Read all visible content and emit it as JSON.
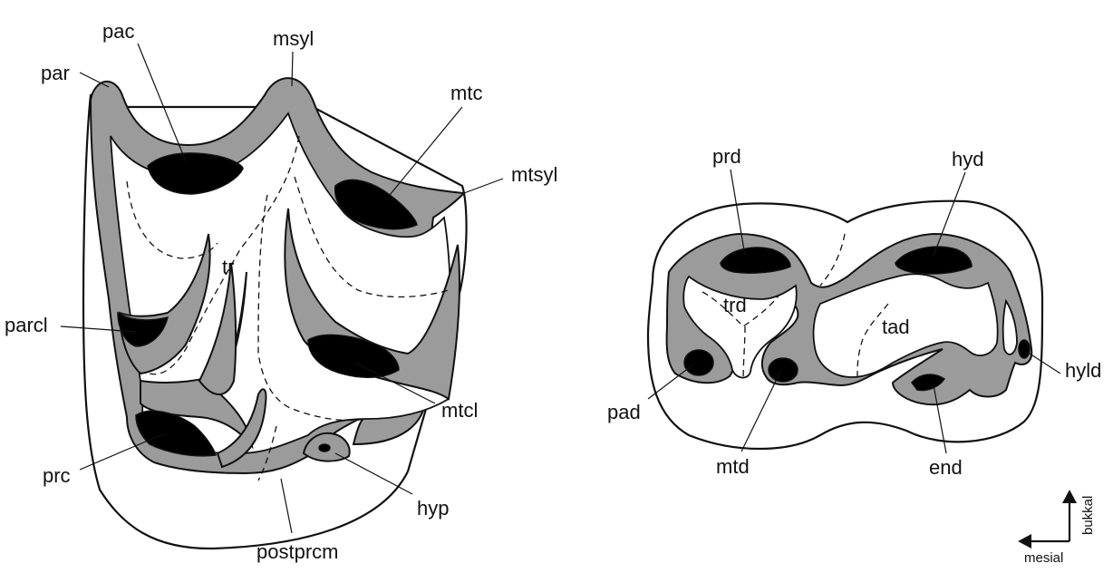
{
  "upper_molar_labels": {
    "pac": "pac",
    "msyl": "msyl",
    "par": "par",
    "mtc": "mtc",
    "mtsyl": "mtsyl",
    "tr": "tr",
    "parcl": "parcl",
    "mtcl": "mtcl",
    "prc": "prc",
    "hyp": "hyp",
    "postprcm": "postprcm"
  },
  "lower_molar_labels": {
    "prd": "prd",
    "hyd": "hyd",
    "trd": "trd",
    "tad": "tad",
    "pad": "pad",
    "hyld": "hyld",
    "mtd": "mtd",
    "end": "end"
  },
  "orientation": {
    "vertical": "bukkal",
    "horizontal": "mesial"
  }
}
